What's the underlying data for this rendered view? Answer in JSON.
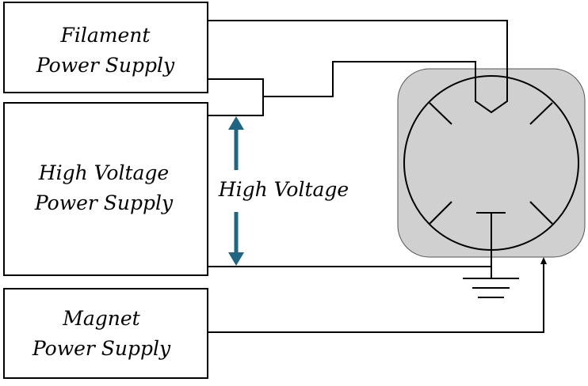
{
  "boxes": {
    "filament": {
      "line1": "Filament",
      "line2": "Power Supply"
    },
    "high_voltage": {
      "line1": "High Voltage",
      "line2": "Power Supply"
    },
    "magnet": {
      "line1": "Magnet",
      "line2": "Power Supply"
    }
  },
  "labels": {
    "high_voltage": "High Voltage"
  },
  "colors": {
    "arrow": "#1f6584",
    "chamber": "#d0d0d0",
    "line": "#000000"
  }
}
